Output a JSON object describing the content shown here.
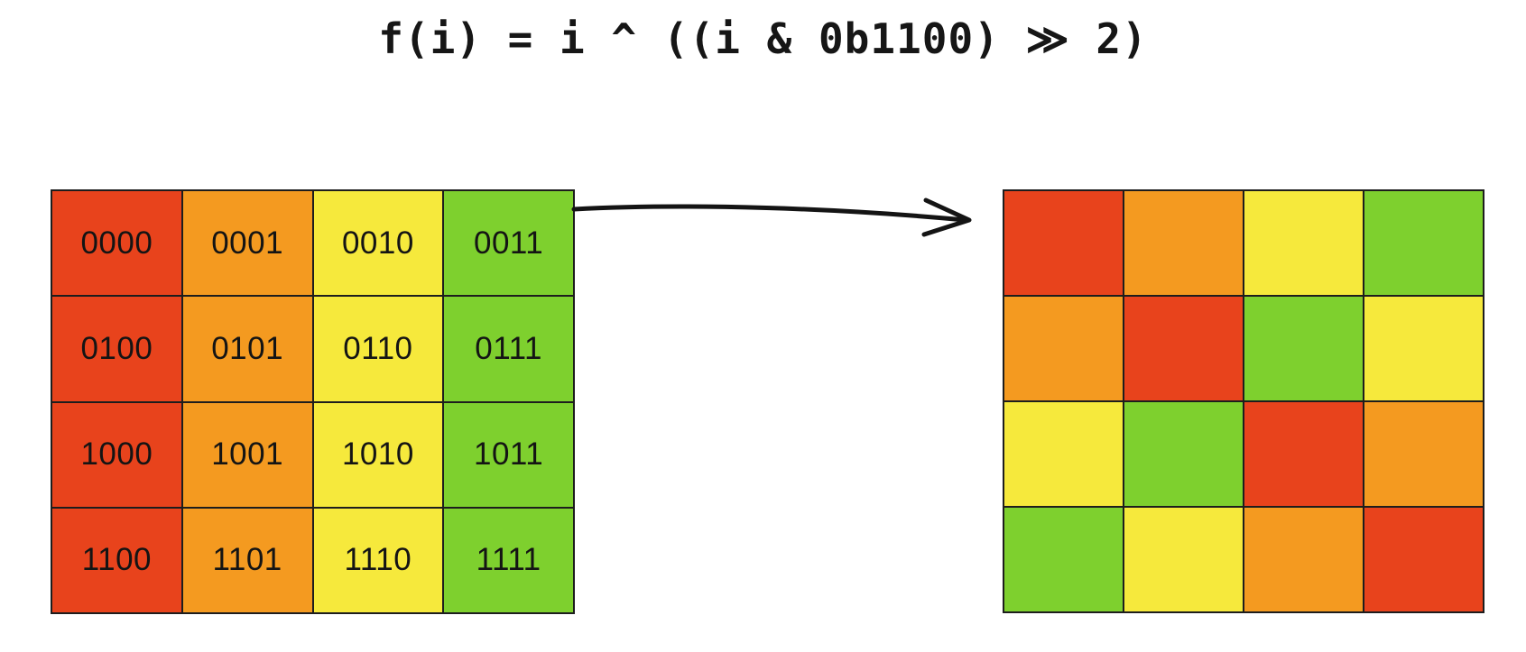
{
  "title": "f(i) = i ^ ((i & 0b1100) ≫ 2)",
  "palette": {
    "red": "#E8431C",
    "orange": "#F49A20",
    "yellow": "#F6E93C",
    "green": "#7ED02E"
  },
  "left_grid": {
    "rows": [
      [
        "0000",
        "0001",
        "0010",
        "0011"
      ],
      [
        "0100",
        "0101",
        "0110",
        "0111"
      ],
      [
        "1000",
        "1001",
        "1010",
        "1011"
      ],
      [
        "1100",
        "1101",
        "1110",
        "1111"
      ]
    ],
    "column_colors": [
      "red",
      "orange",
      "yellow",
      "green"
    ]
  },
  "right_grid": {
    "cell_colors": [
      [
        "red",
        "orange",
        "yellow",
        "green"
      ],
      [
        "orange",
        "red",
        "green",
        "yellow"
      ],
      [
        "yellow",
        "green",
        "red",
        "orange"
      ],
      [
        "green",
        "yellow",
        "orange",
        "red"
      ]
    ]
  }
}
